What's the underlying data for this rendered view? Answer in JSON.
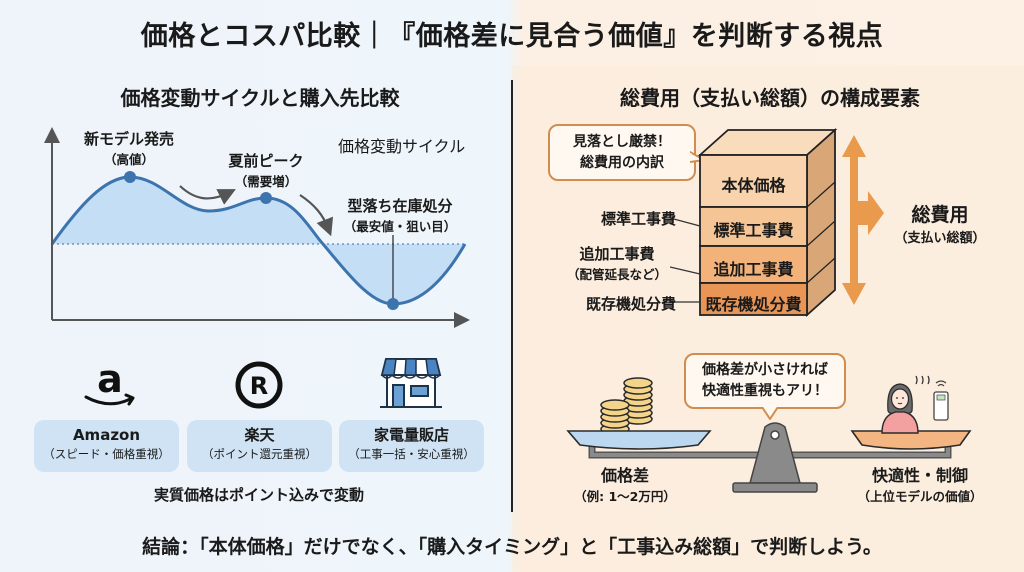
{
  "header": {
    "title": "価格とコスパ比較｜『価格差に見合う価値』を判断する視点"
  },
  "left_panel": {
    "title": "価格変動サイクルと購入先比較",
    "cycle_label": "価格変動サイクル",
    "points": [
      {
        "label": "新モデル発売",
        "note": "（高値）"
      },
      {
        "label": "夏前ピーク",
        "note": "（需要増）"
      },
      {
        "label": "型落ち在庫処分",
        "note": "（最安値・狙い目）"
      }
    ],
    "stores": [
      {
        "name": "Amazon",
        "note": "（スピード・価格重視）",
        "icon": "amazon-logo-icon"
      },
      {
        "name": "楽天",
        "note": "（ポイント還元重視）",
        "icon": "rakuten-logo-icon"
      },
      {
        "name": "家電量販店",
        "note": "（工事一括・安心重視）",
        "icon": "storefront-icon"
      }
    ],
    "footnote": "実質価格はポイント込みで変動"
  },
  "right_panel": {
    "title": "総費用（支払い総額）の構成要素",
    "callout": [
      "見落とし厳禁！",
      "総費用の内訳"
    ],
    "blocks": [
      {
        "label": "本体価格",
        "color": "#f8d3ad"
      },
      {
        "label": "標準工事費",
        "color": "#f6c596"
      },
      {
        "label": "追加工事費",
        "color": "#f2b27a"
      },
      {
        "label": "既存機処分費",
        "color": "#e89556"
      }
    ],
    "side_labels": [
      {
        "label": "標準工事費",
        "note": ""
      },
      {
        "label": "追加工事費",
        "note": "（配管延長など）"
      },
      {
        "label": "既存機処分費",
        "note": ""
      }
    ],
    "total": {
      "label": "総費用",
      "note": "（支払い総額）"
    },
    "balance": {
      "bubble": [
        "価格差が小さければ",
        "快適性重視もアリ！"
      ],
      "left": {
        "label": "価格差",
        "note": "（例: 1〜2万円）"
      },
      "right": {
        "label": "快適性・制御",
        "note": "（上位モデルの価値）"
      }
    }
  },
  "conclusion": "結論：「本体価格」だけでなく、「購入タイミング」と「工事込み総額」で判断しよう。",
  "colors": {
    "chart_line": "#3d74ad",
    "chart_fill": "#b9d8f2",
    "store_box": "#cfe3f4",
    "accent_orange": "#ea9a4d",
    "bubble_border": "#d08d4f"
  }
}
